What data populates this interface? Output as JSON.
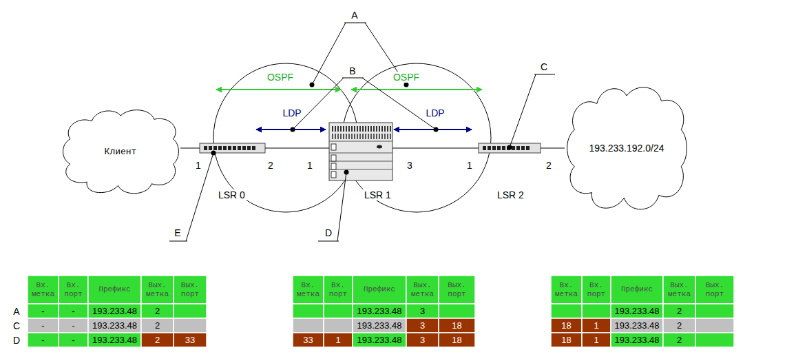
{
  "diagram": {
    "nodes": [
      {
        "text": [
          "Клиент"
        ]
      },
      {
        "text": [
          "LSR 0"
        ]
      },
      {
        "text": [
          "LSR 1"
        ]
      },
      {
        "text": [
          "LSR 2"
        ]
      },
      {
        "text": [
          "193.233.192.0/24"
        ]
      }
    ],
    "edges": [
      {
        "from": 0,
        "to": 1,
        "arrow": "none"
      },
      {
        "from": 1,
        "to": 2,
        "arrow": "none"
      },
      {
        "from": 2,
        "to": 3,
        "arrow": "none"
      },
      {
        "from": 3,
        "to": 4,
        "arrow": "none"
      }
    ],
    "labels": [
      "A",
      "B",
      "C",
      "D",
      "E",
      "OSPF",
      "OSPF",
      "LDP",
      "LDP",
      "1",
      "2",
      "1",
      "3",
      "1",
      "2",
      "A",
      "C",
      "D",
      "Вх. метка",
      "Вх. порт",
      "Префикс",
      "Вых. метка",
      "Вых. порт",
      "-",
      "-",
      "193.233.48",
      "2",
      "-",
      "-",
      "193.233.48",
      "2",
      "-",
      "-",
      "193.233.48",
      "2",
      "33",
      "Вх. метка",
      "Вх. порт",
      "Префикс",
      "Вых. метка",
      "Вых. порт",
      "193.233.48",
      "3",
      "193.233.48",
      "3",
      "18",
      "33",
      "1",
      "193.233.48",
      "3",
      "18",
      "Вх. метка",
      "Вх. порт",
      "Префикс",
      "Вых. метка",
      "Вых. порт",
      "193.233.48",
      "2",
      "18",
      "1",
      "193.233.48",
      "2",
      "18",
      "1",
      "193.233.48",
      "2"
    ]
  }
}
